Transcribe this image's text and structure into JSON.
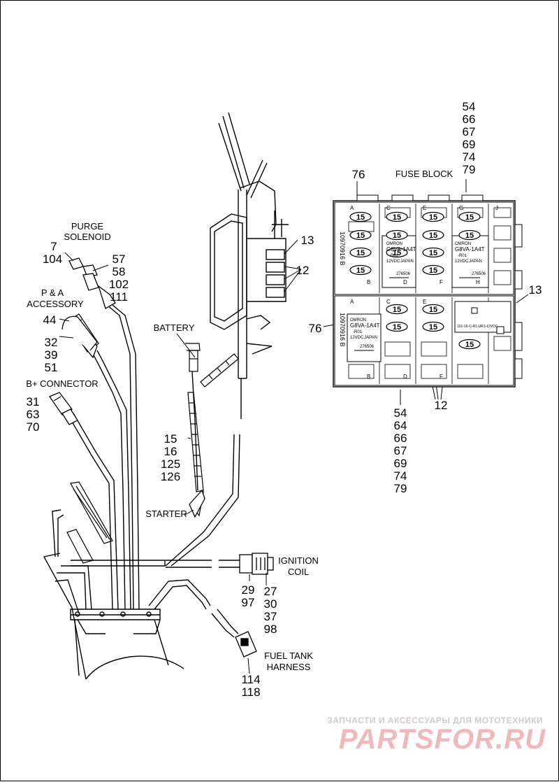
{
  "callouts": {
    "purge_label": [
      "PURGE",
      "SOLENOID"
    ],
    "purge_nums": [
      "7",
      "104"
    ],
    "purge_nums2": [
      "57",
      "58",
      "102",
      "111"
    ],
    "pa_label": [
      "P & A",
      "ACCESSORY"
    ],
    "pa_nums": [
      "44"
    ],
    "pa_nums2": [
      "32",
      "39",
      "51"
    ],
    "bplus_label": "B+ CONNECTOR",
    "bplus_nums": [
      "31",
      "63",
      "70"
    ],
    "battery_label": "BATTERY",
    "starter_label": "STARTER",
    "starter_nums": [
      "15",
      "16",
      "125",
      "126"
    ],
    "ignition_label": [
      "IGNITION",
      "COIL"
    ],
    "ignition_nums_left": [
      "29",
      "97"
    ],
    "ignition_nums_right": [
      "27",
      "30",
      "37",
      "98"
    ],
    "fuel_label": [
      "FUEL TANK",
      "HARNESS"
    ],
    "fuel_nums": [
      "114",
      "118"
    ],
    "fuse_block_label": "FUSE BLOCK",
    "fuse_top_nums": [
      "54",
      "66",
      "67",
      "69",
      "74",
      "79"
    ],
    "fuse_bottom_nums": [
      "54",
      "64",
      "66",
      "67",
      "69",
      "74",
      "79"
    ],
    "num_76a": "76",
    "num_76b": "76",
    "num_13a": "13",
    "num_13b": "13",
    "num_12a": "12",
    "num_12b": "12"
  },
  "fuse_block": {
    "fuse_value": "15",
    "relay_brand": "OMRON",
    "relay_model": "G8VA-1A4T",
    "relay_suffix": "-R01",
    "relay_voltage": "12VDC",
    "relay_origin": "JAPAN",
    "relay_code": "276506",
    "part_number_side": "10970916 B",
    "column_letters": [
      "A",
      "B",
      "C",
      "D",
      "E",
      "F",
      "G",
      "H",
      "J"
    ],
    "diode_text": "101-16-C-R1-UR1-12VDC"
  },
  "watermark": {
    "line1": "ЗАПЧАСТИ И АКСЕССУАРЫ ДЛЯ МОТОТЕХНИКИ",
    "line2": "PARTSFOR.RU"
  }
}
